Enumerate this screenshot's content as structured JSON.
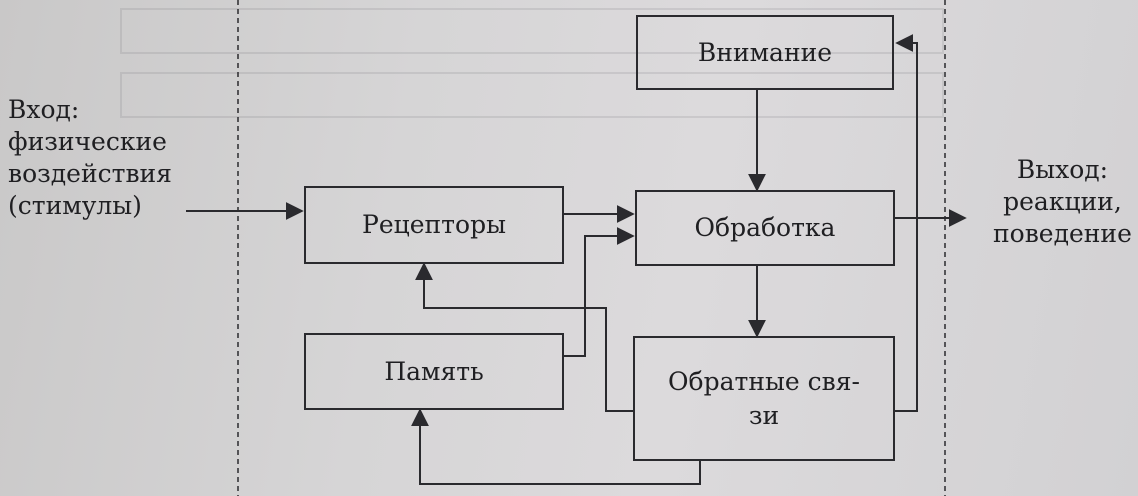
{
  "input_label": "Вход:\nфизические\nвоздействия\n(стимулы)",
  "output_label": "Выход:\nреакции,\nповедение",
  "nodes": {
    "attention": "Внимание",
    "receptors": "Рецепторы",
    "processing": "Обработка",
    "memory": "Память",
    "feedback": "Обратные свя-\nзи"
  }
}
